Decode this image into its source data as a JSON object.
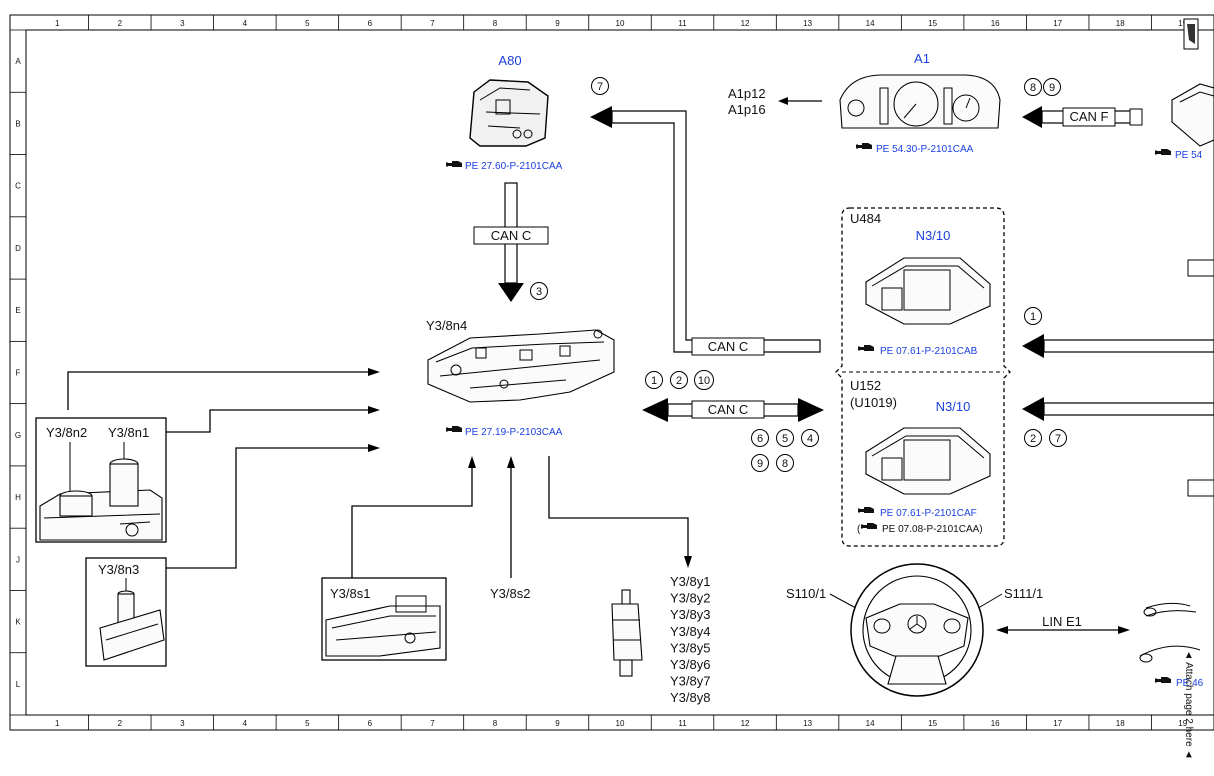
{
  "frame": {
    "columns": [
      "1",
      "2",
      "3",
      "4",
      "5",
      "6",
      "7",
      "8",
      "9",
      "10",
      "11",
      "12",
      "13",
      "14",
      "15",
      "16",
      "17",
      "18",
      "19"
    ],
    "rows": [
      "A",
      "B",
      "C",
      "D",
      "E",
      "F",
      "G",
      "H",
      "J",
      "K",
      "L"
    ]
  },
  "components": {
    "a80": {
      "code": "A80",
      "ref": "PE 27.60-P-2101CAA"
    },
    "a1": {
      "code": "A1",
      "ref": "PE 54.30-P-2101CAA"
    },
    "a1_outputs": [
      "A1p12",
      "A1p16"
    ],
    "y3_8n4": {
      "code": "Y3/8n4",
      "ref": "PE 27.19-P-2103CAA"
    },
    "u484": {
      "variant": "U484",
      "code": "N3/10",
      "ref": "PE 07.61-P-2101CAB"
    },
    "u152": {
      "variant": "U152",
      "variant2": "(U1019)",
      "code": "N3/10",
      "ref": "PE 07.61-P-2101CAF",
      "ref2_open": "(",
      "ref2": "PE 07.08-P-2101CAA)"
    },
    "sensors": {
      "n2": "Y3/8n2",
      "n1": "Y3/8n1",
      "n3": "Y3/8n3",
      "s1": "Y3/8s1",
      "s2": "Y3/8s2"
    },
    "valves": [
      "Y3/8y1",
      "Y3/8y2",
      "Y3/8y3",
      "Y3/8y4",
      "Y3/8y5",
      "Y3/8y6",
      "Y3/8y7",
      "Y3/8y8"
    ],
    "steering": {
      "left": "S110/1",
      "right": "S111/1"
    },
    "cut_refs": {
      "b": "PE 54",
      "l": "PE 46"
    }
  },
  "buses": {
    "can_c_vertical": "CAN C",
    "can_c_upper": "CAN C",
    "can_c_lower": "CAN C",
    "can_f": "CAN F",
    "lin_e1": "LIN E1"
  },
  "circle_numbers": {
    "seven_top": "7",
    "a1_side": [
      "8",
      "9"
    ],
    "three": "3",
    "left_of_bus": [
      "1",
      "2",
      "10"
    ],
    "below_bus_row1": [
      "6",
      "5",
      "4"
    ],
    "below_bus_row2": [
      "9",
      "8"
    ],
    "right_top": "1",
    "right_bottom": [
      "2",
      "7"
    ]
  },
  "page_note": "◄ Attach page 2 here ◄",
  "colors": {
    "accent": "#1a3fe0",
    "line": "#000000"
  },
  "icons": {
    "ref_marker": "pointing-hand-icon"
  }
}
